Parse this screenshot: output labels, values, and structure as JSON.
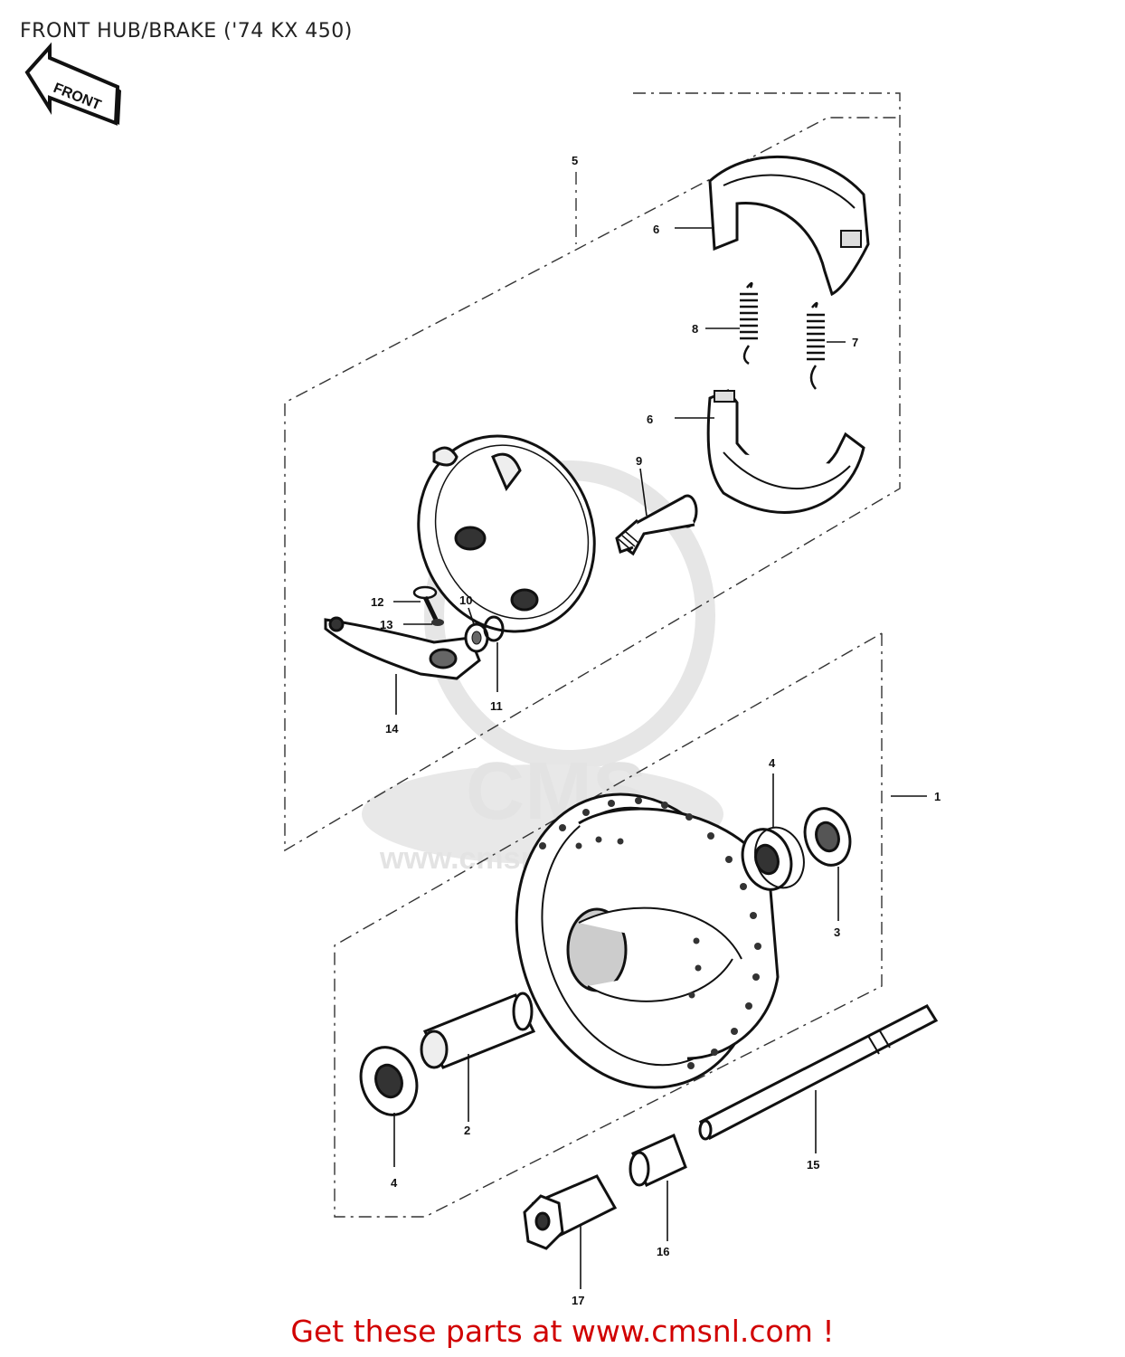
{
  "title": "FRONT HUB/BRAKE ('74 KX 450)",
  "front_arrow": "FRONT",
  "watermark": {
    "logo": "CMS",
    "url": "www.cmsnl.com"
  },
  "callouts": {
    "c1": "1",
    "c2": "2",
    "c3": "3",
    "c4a": "4",
    "c4b": "4",
    "c5": "5",
    "c6a": "6",
    "c6b": "6",
    "c7": "7",
    "c8": "8",
    "c9": "9",
    "c10": "10",
    "c11": "11",
    "c12": "12",
    "c13": "13",
    "c14": "14",
    "c15": "15",
    "c16": "16",
    "c17": "17"
  },
  "footer": "Get these parts at www.cmsnl.com !",
  "colors": {
    "footer": "#d10000",
    "line": "#111111",
    "watermark": "#e3e3e3"
  }
}
